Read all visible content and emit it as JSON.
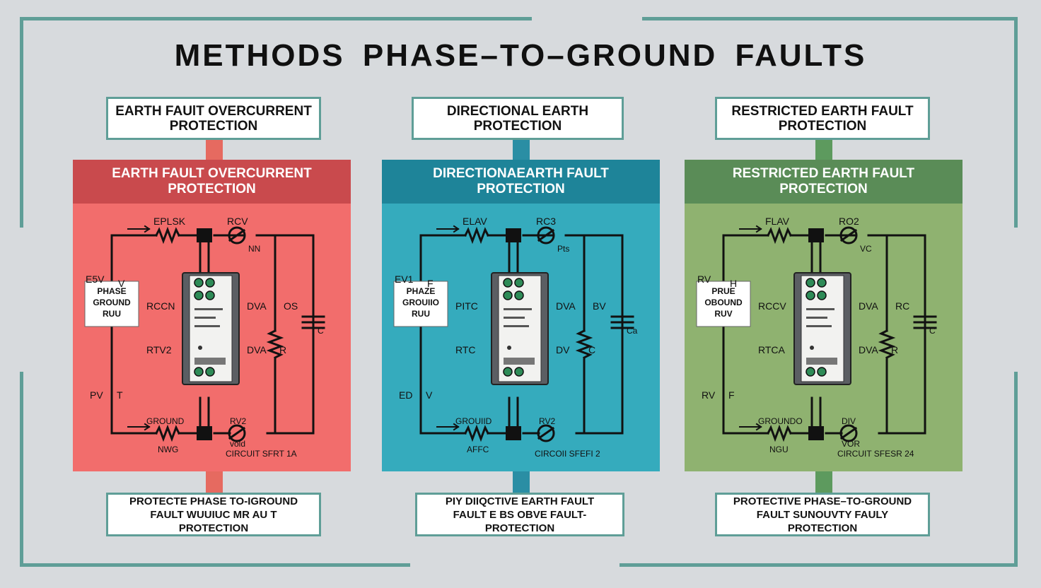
{
  "title": "METHODS  PHASE–TO–GROUND  FAULTS",
  "colors": {
    "frame": "#5f9e97",
    "red_header": "#c94a4d",
    "red_body": "#f26d6c",
    "blue_header": "#1e8499",
    "blue_body": "#35abbd",
    "green_header": "#5a8c57",
    "green_body": "#8fb270",
    "red_connector": "#e66a60",
    "blue_connector": "#2a8ea4",
    "green_connector": "#5d9a5e"
  },
  "columns": [
    {
      "top_label": [
        "EARTH FAUlT OVERCURRENT",
        "PROTECTION"
      ],
      "header": [
        "EARTH FAULT OVERCURRENT",
        "PROTECTION"
      ],
      "labels": {
        "top_resistor": "EPLSK",
        "top_switch": "RCV",
        "top_switch_sub": "NN",
        "left_upper": "E5V",
        "left_upper_b": "V",
        "box": [
          "PHASE",
          "GROUND",
          "RUU"
        ],
        "mid_left_upper": "RCCN",
        "mid_left_lower": "RTV2",
        "mid_right_upper": "DVA",
        "mid_right_lower": "DVA",
        "far_upper": "OS",
        "far_lower": "R",
        "left_lower": "PV",
        "left_lower_b": "T",
        "bottom_resistor": "GROUND",
        "bottom_resistor_sub": "NWG",
        "bottom_switch": "RV2",
        "bottom_switch_sub": "vold",
        "circuit": "CIRCUIT SFRT 1A",
        "cap_sub": "C"
      },
      "bottom_label": [
        "PROTECTE PHASE TO-IGROUND",
        "FAULT WUUIUC MR AU T",
        "PROTECTION"
      ]
    },
    {
      "top_label": [
        "DIRECTIONAL EARTH",
        "PROTECTION"
      ],
      "header": [
        "DIRECTIONAEARTH FAULT",
        "PROTECTION"
      ],
      "labels": {
        "top_resistor": "ELAV",
        "top_switch": "RC3",
        "top_switch_sub": "Pts",
        "left_upper": "EV1",
        "left_upper_b": "F",
        "box": [
          "PHAZE",
          "GROUIIO",
          "RUU"
        ],
        "mid_left_upper": "PITC",
        "mid_left_lower": "RTC",
        "mid_right_upper": "DVA",
        "mid_right_lower": "DV",
        "far_upper": "BV",
        "far_lower": "C",
        "left_lower": "ED",
        "left_lower_b": "V",
        "bottom_resistor": "GROUIID",
        "bottom_resistor_sub": "AFFC",
        "bottom_switch": "RV2",
        "bottom_switch_sub": "",
        "circuit": "CIRCOII SFEFI 2",
        "cap_sub": "Ca"
      },
      "bottom_label": [
        "PIY DIIQCTIVE EARTH FAULT",
        "FAULT E BS OBVE FAULT-",
        "PROTECTION"
      ]
    },
    {
      "top_label": [
        "RESTRICTED EARTH FAULT",
        "PROTECTION"
      ],
      "header": [
        "RESTRICTED EARTH FAULT",
        "PROTECTION"
      ],
      "labels": {
        "top_resistor": "FLAV",
        "top_switch": "RO2",
        "top_switch_sub": "VC",
        "left_upper": "RV",
        "left_upper_b": "H",
        "box": [
          "PRUE",
          "OBOUND",
          "RUV"
        ],
        "mid_left_upper": "RCCV",
        "mid_left_lower": "RTCA",
        "mid_right_upper": "DVA",
        "mid_right_lower": "DVA",
        "far_upper": "RC",
        "far_lower": "R",
        "left_lower": "RV",
        "left_lower_b": "F",
        "bottom_resistor": "GROUNDO",
        "bottom_resistor_sub": "NGU",
        "bottom_switch": "DIV",
        "bottom_switch_sub": "VOR",
        "circuit": "CIRCUIT SFESR 24",
        "cap_sub": "C"
      },
      "bottom_label": [
        "PROTECTIVE PHASE–TO-GROUND",
        "FAULT SUNOUVTY FAULY",
        "PROTECTION"
      ]
    }
  ]
}
